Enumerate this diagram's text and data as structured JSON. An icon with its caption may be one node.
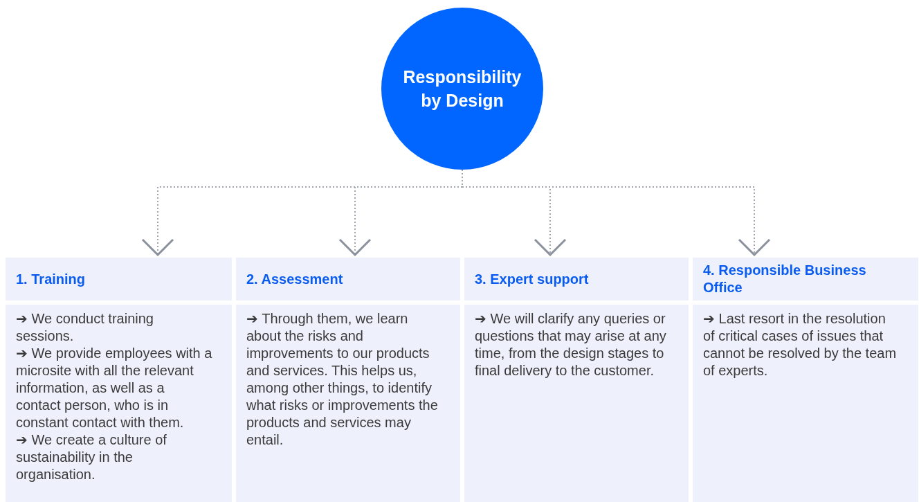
{
  "diagram": {
    "nodes": [
      {
        "text": [
          "Responsibility by Design"
        ]
      },
      {
        "text": [
          "1. Training"
        ]
      },
      {
        "text": [
          "➔ We conduct training sessions.",
          "➔ We provide employees with a microsite with all the relevant information, as well as a contact person, who is in constant contact with them.",
          "➔ We create a culture of sustainability in the organisation."
        ]
      },
      {
        "text": [
          "2. Assessment"
        ]
      },
      {
        "text": [
          "➔ Through them, we learn about the risks and improvements to our products and services. This helps us, among other things, to identify what risks or improvements the products and services may entail."
        ]
      },
      {
        "text": [
          "3. Expert support"
        ]
      },
      {
        "text": [
          "➔ We will clarify any queries or questions that may arise at any time, from the design stages to final delivery to the customer."
        ]
      },
      {
        "text": [
          "4. Responsible Business Office"
        ]
      },
      {
        "text": [
          "➔ Last resort in the resolution of critical cases of issues that cannot be resolved by the team of experts."
        ]
      }
    ],
    "edges": [
      {
        "from": 0,
        "to": 1,
        "arrow": "to",
        "style": "dashed"
      },
      {
        "from": 0,
        "to": 3,
        "arrow": "to",
        "style": "dashed"
      },
      {
        "from": 0,
        "to": 5,
        "arrow": "to",
        "style": "dashed"
      },
      {
        "from": 0,
        "to": 7,
        "arrow": "to",
        "style": "dashed"
      }
    ]
  }
}
